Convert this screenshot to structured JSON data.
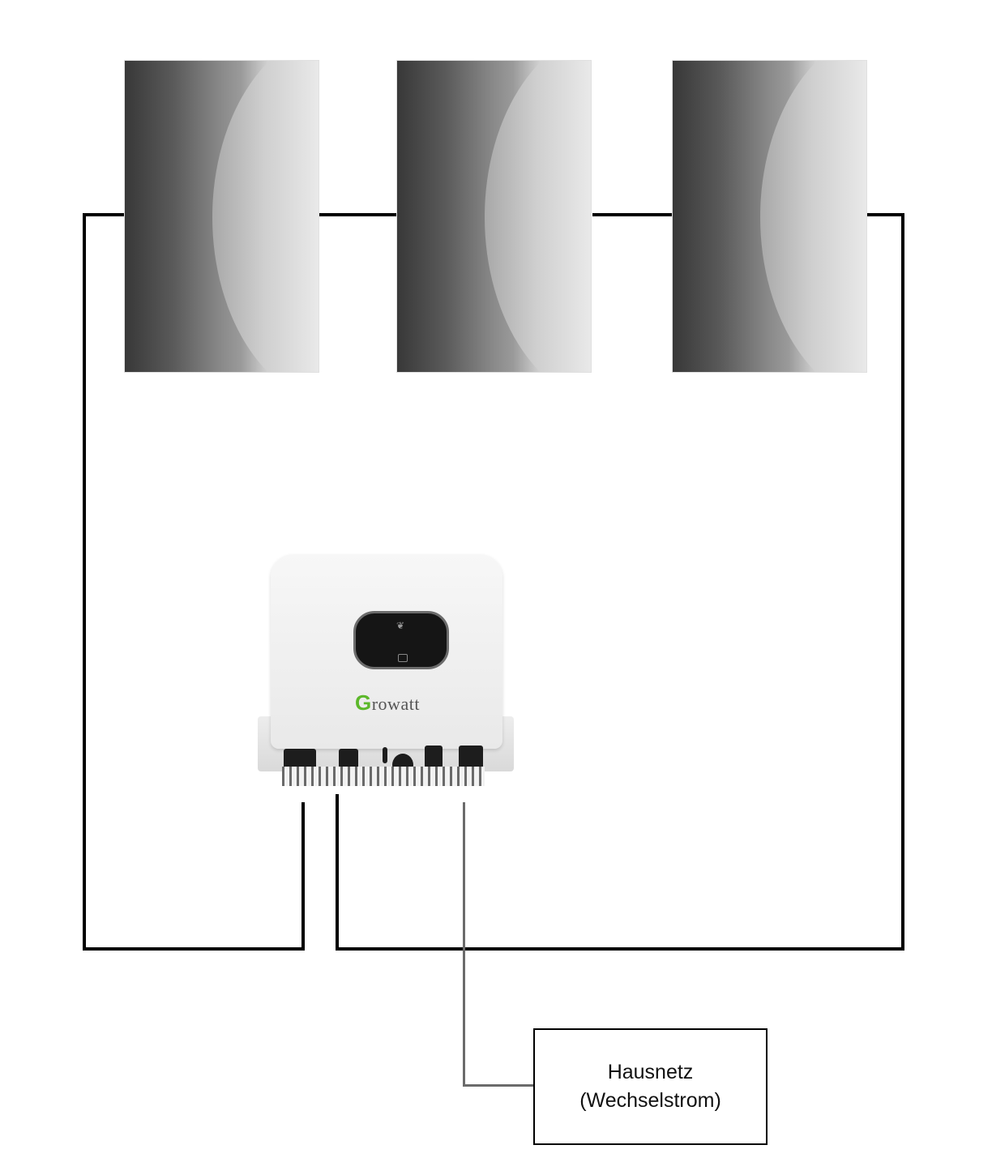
{
  "diagram": {
    "description": "Solar panel string wired to a micro inverter feeding house grid",
    "panels": [
      {
        "id": "panel-1",
        "label": ""
      },
      {
        "id": "panel-2",
        "label": ""
      },
      {
        "id": "panel-3",
        "label": ""
      }
    ],
    "inverter": {
      "brand_initial": "G",
      "brand_rest": "rowatt",
      "leaf_icon": "❦"
    },
    "grid_box": {
      "line1": "Hausnetz",
      "line2": "(Wechselstrom)"
    },
    "colors": {
      "dc_wire": "#000000",
      "ac_wire": "#6b6b6b",
      "brand_green": "#5cb82a",
      "connector_blue": "#1f4fc4"
    }
  }
}
